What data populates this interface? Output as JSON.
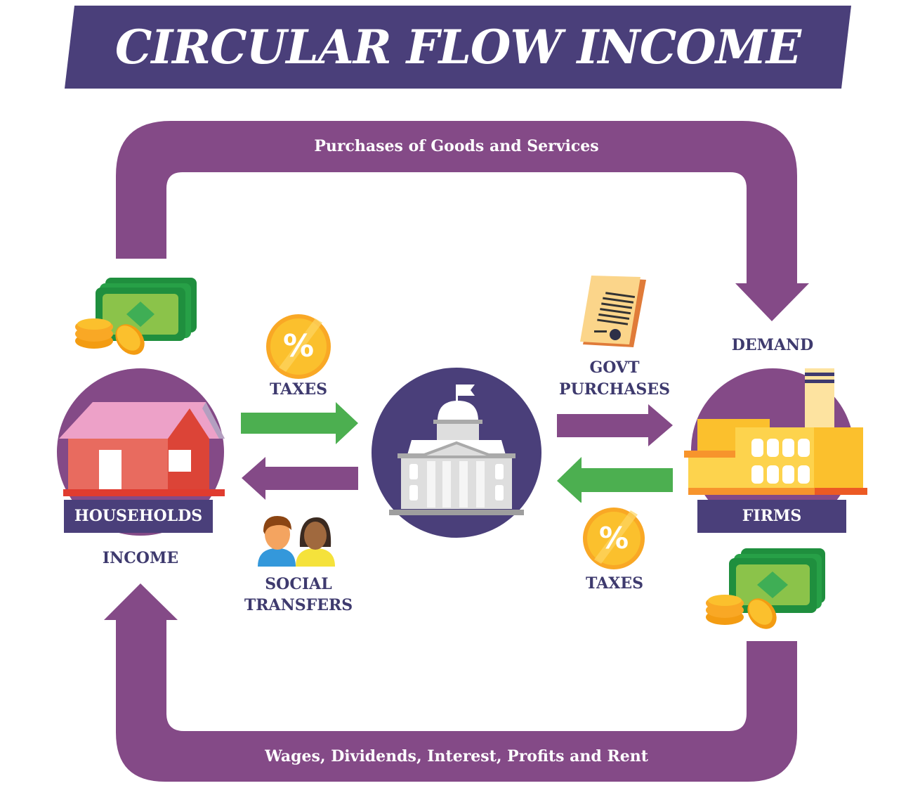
{
  "title": "CIRCULAR FLOW INCOME",
  "colors": {
    "banner": "#4a3f7a",
    "loop_purple": "#844a87",
    "arrow_green": "#4caf50",
    "arrow_purple": "#844a87",
    "label_dark": "#3e3a6e",
    "government_circle": "#4a3f7a",
    "coin_gold": "#fbb829"
  },
  "loop": {
    "top_label": "Purchases of Goods and Services",
    "bottom_label": "Wages, Dividends, Interest, Profits and Rent",
    "right_arrow_label": "DEMAND",
    "left_arrow_label": "INCOME"
  },
  "nodes": {
    "households": {
      "label": "HOUSEHOLDS",
      "icon": "house-icon"
    },
    "government": {
      "icon": "government-building-icon"
    },
    "firms": {
      "label": "FIRMS",
      "icon": "factory-icon"
    }
  },
  "flows": {
    "households_to_government": {
      "label": "TAXES",
      "icon": "percent-coin-icon",
      "direction": "right",
      "color": "green"
    },
    "government_to_households": {
      "label_line1": "SOCIAL",
      "label_line2": "TRANSFERS",
      "icon": "people-icon",
      "direction": "left",
      "color": "purple"
    },
    "government_to_firms": {
      "label_line1": "GOVT",
      "label_line2": "PURCHASES",
      "icon": "document-icon",
      "direction": "right",
      "color": "purple"
    },
    "firms_to_government": {
      "label": "TAXES",
      "icon": "percent-coin-icon",
      "direction": "left",
      "color": "green"
    }
  },
  "decorations": {
    "money_left": "money-stack-icon",
    "money_right": "money-stack-icon"
  }
}
